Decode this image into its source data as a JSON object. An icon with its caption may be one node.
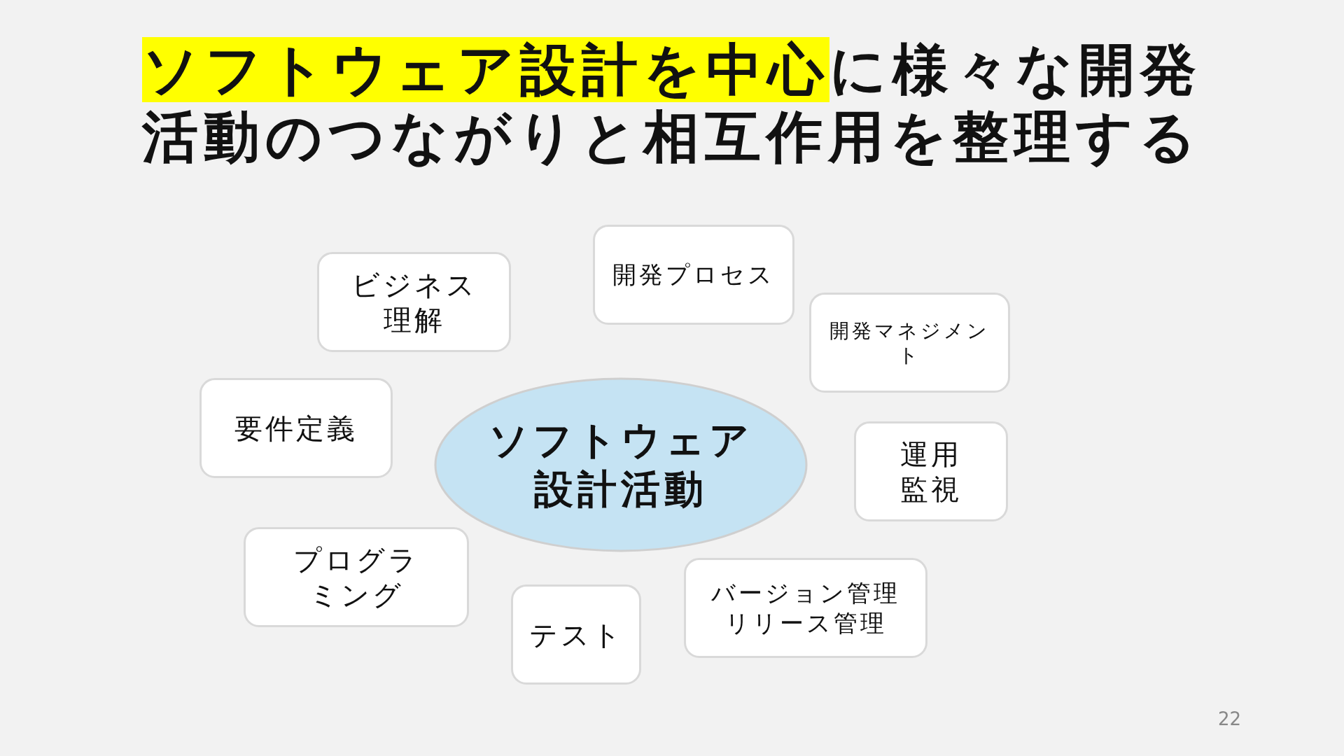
{
  "diagram": {
    "title": "**ソフトウェア設計を中心**に様々な開発活動のつながりと相互作用を整理する",
    "nodes": [
      {
        "text": [
          "開発プロセス"
        ]
      },
      {
        "text": [
          "ビジネス理解"
        ]
      },
      {
        "text": [
          "開発マネジメント"
        ]
      },
      {
        "text": [
          "要件定義"
        ]
      },
      {
        "text": [
          "ソフトウェア設計活動"
        ]
      },
      {
        "text": [
          "運用監視"
        ]
      },
      {
        "text": [
          "プログラミング"
        ]
      },
      {
        "text": [
          "バージョン管理リリース管理"
        ]
      },
      {
        "text": [
          "テスト"
        ]
      }
    ],
    "edges": [],
    "labels": [
      "22"
    ]
  }
}
